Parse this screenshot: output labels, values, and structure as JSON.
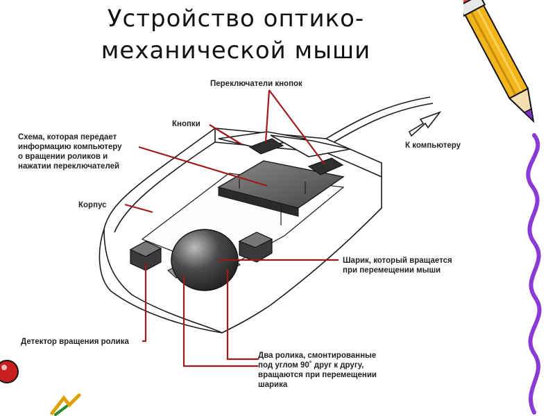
{
  "title": {
    "line1": "Устройство оптико-",
    "line2": "механической мыши"
  },
  "labels": {
    "switches": "Переключатели кнопок",
    "buttons": "Кнопки",
    "circuit": [
      "Схема, которая передает",
      "информацию компьютеру",
      "о вращении роликов  и",
      "нажатии переключателей"
    ],
    "to_computer": "К компьютеру",
    "body": "Корпус",
    "ball": [
      "Шарик, который вращается",
      "при перемещении мыши"
    ],
    "detector": "Детектор вращения ролика",
    "rollers": [
      "Два ролика, смонтированные",
      "под углом 90˚ друг к другу,",
      "вращаются при перемещении",
      "шарика"
    ]
  },
  "colors": {
    "leader": "#a01818",
    "outline": "#1a1a1a",
    "pencil_body": "#f2b51c",
    "pencil_tip": "#7a2fc4",
    "squiggle": "#8a3ad6"
  },
  "icons": [
    "pencil-icon",
    "squiggle-decoration",
    "ball-decoration"
  ]
}
